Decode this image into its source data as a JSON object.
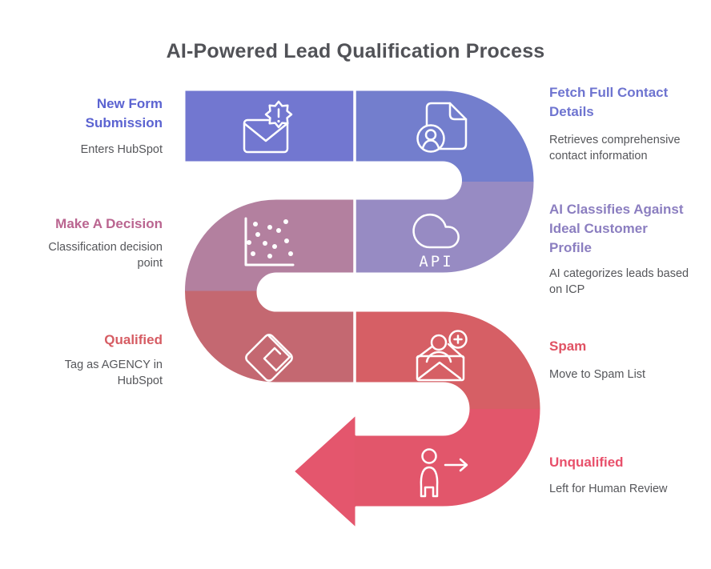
{
  "title": "AI-Powered Lead Qualification Process",
  "api_label": "API",
  "colors": {
    "background": "#ffffff",
    "title_text": "#515257",
    "subtitle_text": "#55565a",
    "outline": "#ffffff",
    "segments": [
      "#7277d0",
      "#737ecd",
      "#978bc3",
      "#b3809f",
      "#c46871",
      "#d65f65",
      "#e2566b",
      "#e4566d"
    ]
  },
  "steps": [
    {
      "heading": "New Form Submission",
      "subtitle": "Enters HubSpot",
      "heading_color": "#5b63d1",
      "icon": "mail-alert-icon",
      "side": "left"
    },
    {
      "heading": "Fetch Full Contact Details",
      "subtitle": "Retrieves comprehensive contact information",
      "heading_color": "#6e74d0",
      "icon": "contact-file-icon",
      "side": "right"
    },
    {
      "heading": "AI Classifies Against Ideal Customer Profile",
      "subtitle": "AI categorizes leads based on ICP",
      "heading_color": "#8b7ec0",
      "icon": "cloud-api-icon",
      "side": "right"
    },
    {
      "heading": "Make A Decision",
      "subtitle": "Classification decision point",
      "heading_color": "#ba6590",
      "icon": "scatter-plot-icon",
      "side": "left"
    },
    {
      "heading": "Qualified",
      "subtitle": "Tag as AGENCY in HubSpot",
      "heading_color": "#d65c63",
      "icon": "tag-diamond-icon",
      "side": "left"
    },
    {
      "heading": "Spam",
      "subtitle": "Move to Spam List",
      "heading_color": "#e05263",
      "icon": "spam-envelope-icon",
      "side": "right"
    },
    {
      "heading": "Unqualified",
      "subtitle": "Left for Human Review",
      "heading_color": "#e8506b",
      "icon": "human-review-icon",
      "side": "right"
    }
  ]
}
